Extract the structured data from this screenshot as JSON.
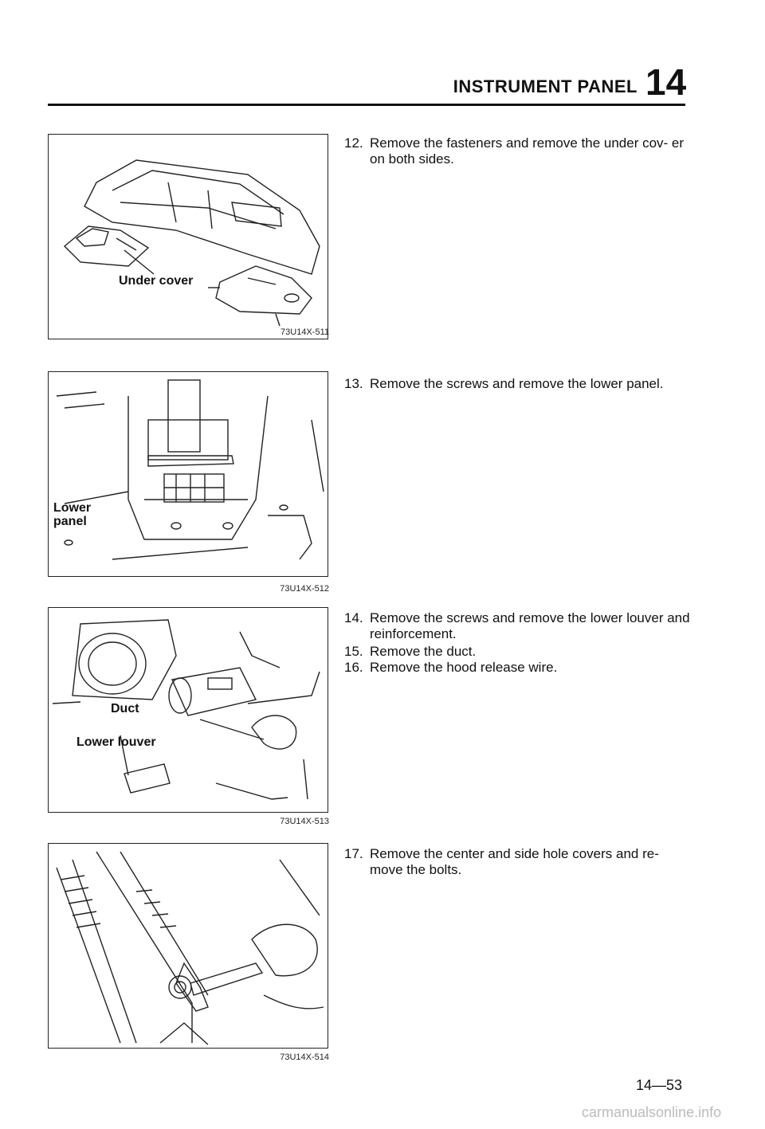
{
  "header": {
    "title": "INSTRUMENT PANEL",
    "section_number": "14"
  },
  "figures": [
    {
      "code": "73U14X-511",
      "labels": [
        "Under cover"
      ]
    },
    {
      "code": "73U14X-512",
      "labels": [
        "Lower panel"
      ]
    },
    {
      "code": "73U14X-513",
      "labels": [
        "Duct",
        "Lower louver"
      ]
    },
    {
      "code": "73U14X-514",
      "labels": []
    }
  ],
  "steps": [
    {
      "num": "12.",
      "text": "Remove the fasteners and remove the under cov- er on both sides."
    },
    {
      "num": "13.",
      "text": "Remove the screws and remove the lower panel."
    },
    {
      "num": "14.",
      "text": "Remove the screws and remove the lower louver and reinforcement."
    },
    {
      "num": "15.",
      "text": "Remove the duct."
    },
    {
      "num": "16.",
      "text": "Remove the hood release wire."
    },
    {
      "num": "17.",
      "text": "Remove the center and side hole covers and re- move the bolts."
    }
  ],
  "footer": {
    "page_number": "14—53",
    "watermark": "carmanualsonline.info"
  }
}
